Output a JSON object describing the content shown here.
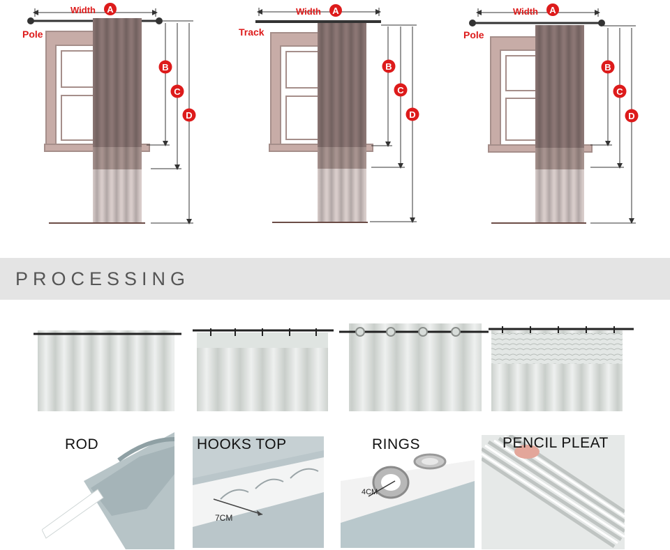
{
  "diagrams": [
    {
      "hardware_label": "Pole",
      "width_label": "Width",
      "markers": [
        "A",
        "B",
        "C",
        "D"
      ]
    },
    {
      "hardware_label": "Track",
      "width_label": "Width",
      "markers": [
        "A",
        "B",
        "C",
        "D"
      ]
    },
    {
      "hardware_label": "Pole",
      "width_label": "Width",
      "markers": [
        "A",
        "B",
        "C",
        "D"
      ]
    }
  ],
  "section": {
    "title": "PROCESSING"
  },
  "processing": [
    {
      "label": "ROD"
    },
    {
      "label": "HOOKS TOP",
      "note": "7CM"
    },
    {
      "label": "RINGS",
      "note": "4CM"
    },
    {
      "label": "PENCIL PLEAT"
    }
  ],
  "colors": {
    "marker_red": "#dd1b1b",
    "curtain_dark": "#8b7674",
    "curtain_light": "#d8ccca",
    "frame": "#c7aca7"
  }
}
